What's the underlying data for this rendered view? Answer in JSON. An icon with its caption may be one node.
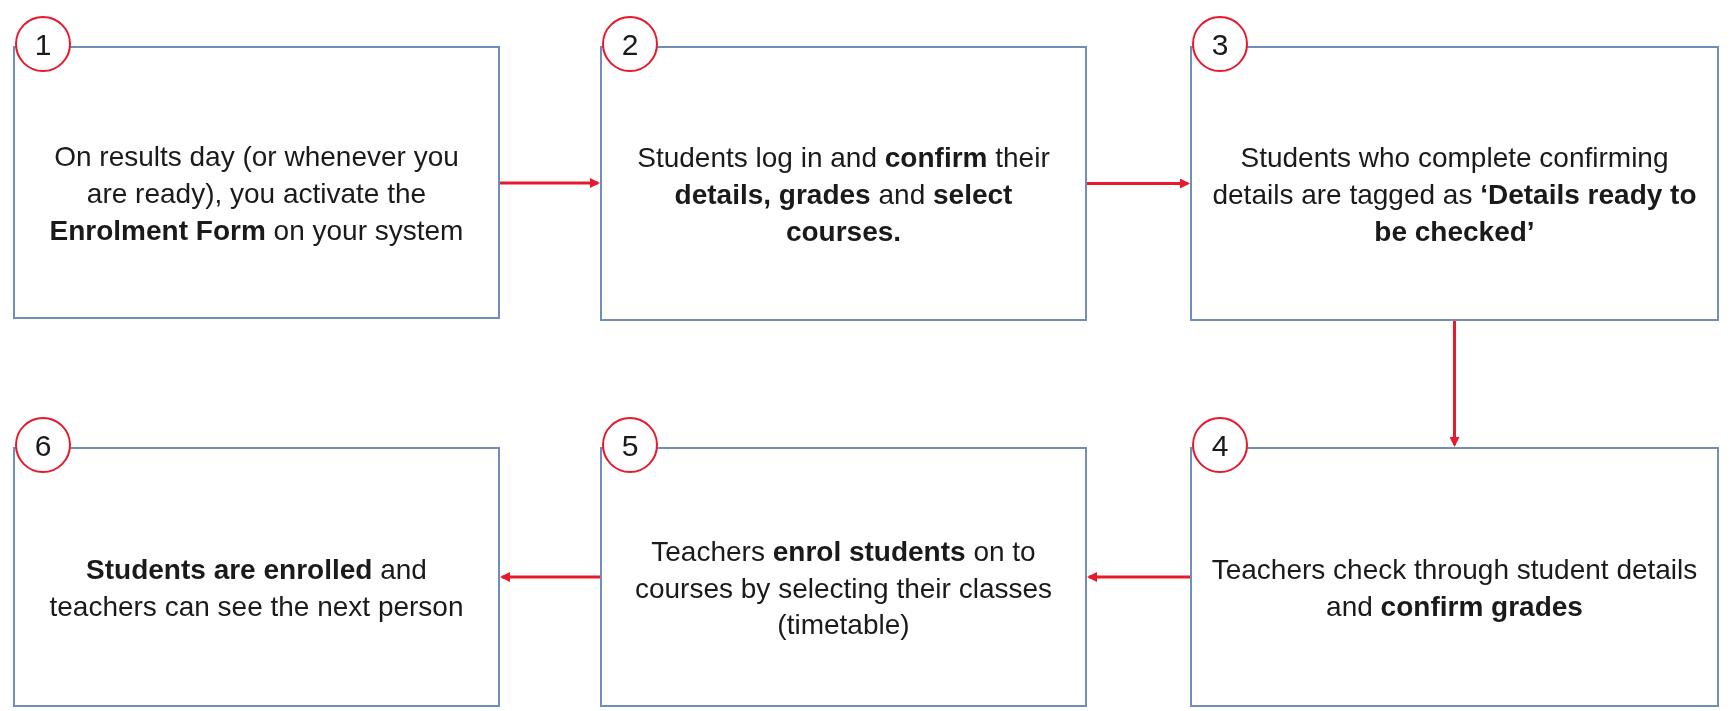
{
  "diagram": {
    "nodes": [
      {
        "text": [
          "1"
        ]
      },
      {
        "text": [
          "On results day (or whenever you are ready), you activate the **Enrolment Form** on your system"
        ]
      },
      {
        "text": [
          "2"
        ]
      },
      {
        "text": [
          "Students log in and **confirm** their **details, grades** and **select courses.**"
        ]
      },
      {
        "text": [
          "3"
        ]
      },
      {
        "text": [
          "Students who complete confirming details are tagged as **‘Details ready to be checked’**"
        ]
      },
      {
        "text": [
          "4"
        ]
      },
      {
        "text": [
          "Teachers check through student details and **confirm grades**"
        ]
      },
      {
        "text": [
          "5"
        ]
      },
      {
        "text": [
          "Teachers **enrol students** on to courses by selecting their classes (timetable)"
        ]
      },
      {
        "text": [
          "6"
        ]
      },
      {
        "text": [
          "**Students are enrolled** and teachers can see the next person"
        ]
      }
    ],
    "edges": [
      {
        "from": 1,
        "to": 3,
        "arrow": "to"
      },
      {
        "from": 3,
        "to": 5,
        "arrow": "to"
      },
      {
        "from": 5,
        "to": 7,
        "arrow": "to"
      },
      {
        "from": 7,
        "to": 9,
        "arrow": "to"
      },
      {
        "from": 9,
        "to": 11,
        "arrow": "to"
      }
    ]
  }
}
